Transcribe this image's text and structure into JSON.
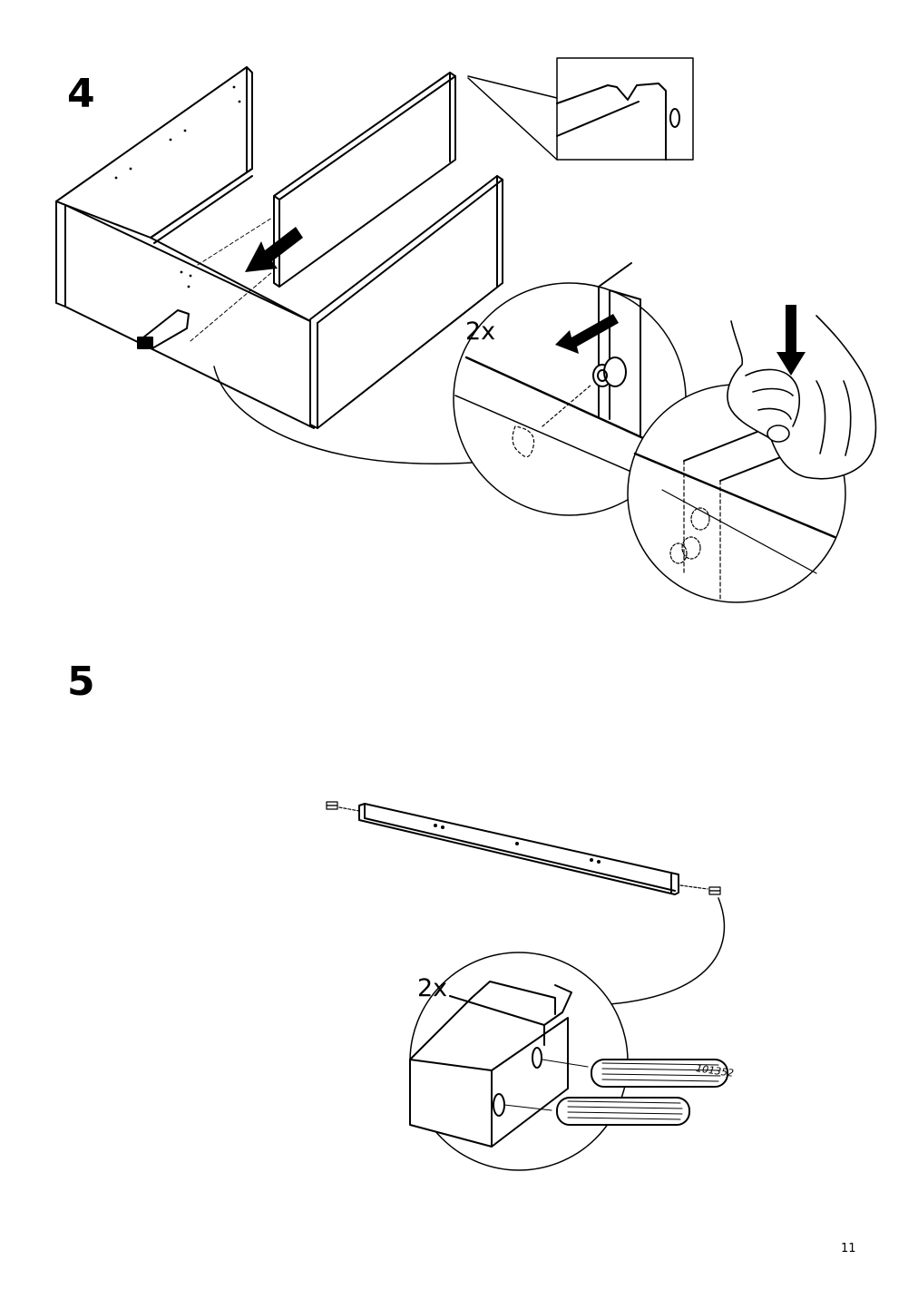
{
  "steps": [
    {
      "number": "4",
      "quantity": "2x"
    },
    {
      "number": "5",
      "quantity": "2x",
      "part_number": "101352"
    }
  ],
  "page_number": "11"
}
